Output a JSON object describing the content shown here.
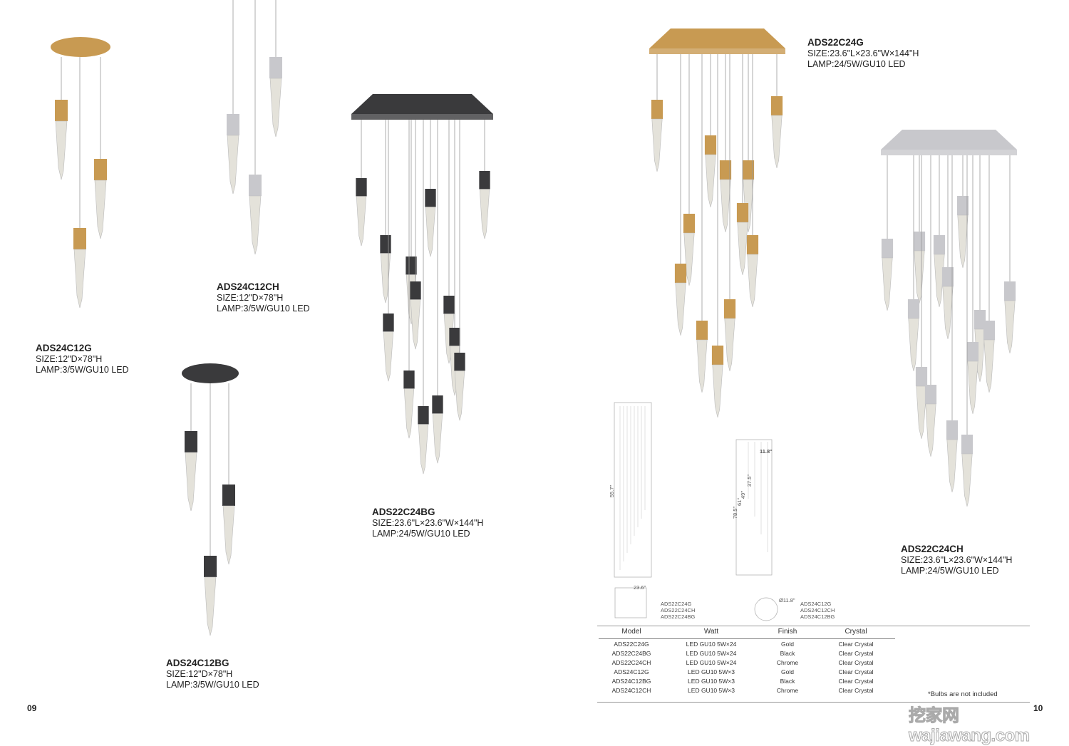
{
  "products": [
    {
      "model": "ADS24C12G",
      "size": "SIZE:12\"D×78\"H",
      "lamp": "LAMP:3/5W/GU10 LED"
    },
    {
      "model": "ADS24C12CH",
      "size": "SIZE:12\"D×78\"H",
      "lamp": "LAMP:3/5W/GU10 LED"
    },
    {
      "model": "ADS22C24BG",
      "size": "SIZE:23.6\"L×23.6\"W×144\"H",
      "lamp": "LAMP:24/5W/GU10 LED"
    },
    {
      "model": "ADS24C12BG",
      "size": "SIZE:12\"D×78\"H",
      "lamp": "LAMP:3/5W/GU10 LED"
    },
    {
      "model": "ADS22C24G",
      "size": "SIZE:23.6\"L×23.6\"W×144\"H",
      "lamp": "LAMP:24/5W/GU10 LED"
    },
    {
      "model": "ADS22C24CH",
      "size": "SIZE:23.6\"L×23.6\"W×144\"H",
      "lamp": "LAMP:24/5W/GU10 LED"
    }
  ],
  "diagram": {
    "square_models": [
      "ADS22C24G",
      "ADS22C24CH",
      "ADS22C24BG"
    ],
    "round_models": [
      "ADS24C12G",
      "ADS24C12CH",
      "ADS24C12BG"
    ],
    "dims": {
      "d1": "11.8\"",
      "d2": "37.5\"",
      "d3": "49\"",
      "d4": "61\"",
      "d5": "78.5\"",
      "d6": "Ø11.8\"",
      "d7": "23.6\"",
      "d8": "55.7\""
    }
  },
  "table": {
    "headers": [
      "Model",
      "Watt",
      "Finish",
      "Crystal"
    ],
    "rows": [
      [
        "ADS22C24G",
        "LED GU10 5W×24",
        "Gold",
        "Clear Crystal"
      ],
      [
        "ADS22C24BG",
        "LED GU10 5W×24",
        "Black",
        "Clear Crystal"
      ],
      [
        "ADS22C24CH",
        "LED GU10 5W×24",
        "Chrome",
        "Clear Crystal"
      ],
      [
        "ADS24C12G",
        "LED GU10 5W×3",
        "Gold",
        "Clear Crystal"
      ],
      [
        "ADS24C12BG",
        "LED GU10 5W×3",
        "Black",
        "Clear Crystal"
      ],
      [
        "ADS24C12CH",
        "LED GU10 5W×3",
        "Chrome",
        "Clear Crystal"
      ]
    ]
  },
  "note": "*Bulbs are not included",
  "pages": {
    "left": "09",
    "right": "10"
  },
  "watermark": "挖家网 wajiawang.com",
  "colors": {
    "gold": "#c89a52",
    "black": "#3a3a3c",
    "chrome": "#c8c8cc",
    "crystal": "#e4e2da"
  }
}
